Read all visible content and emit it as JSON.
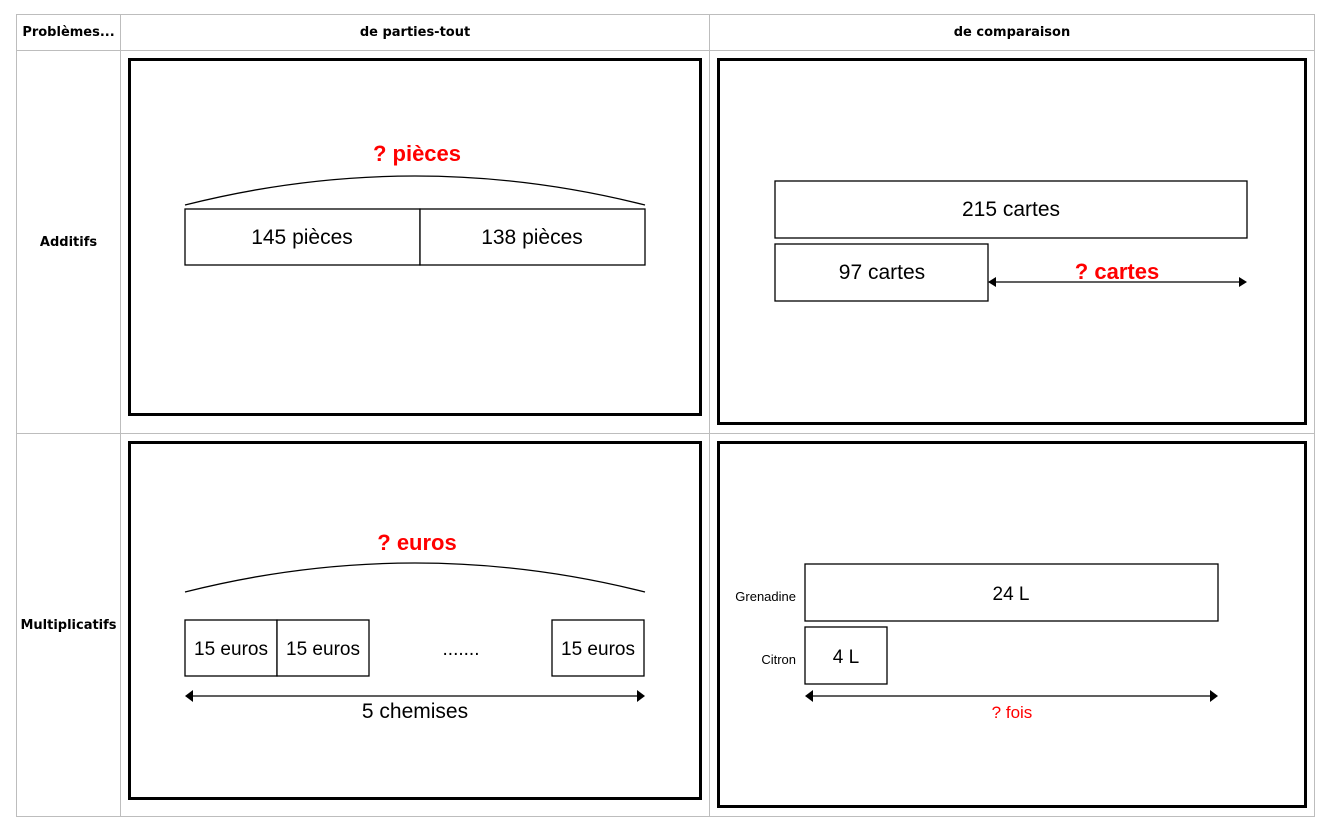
{
  "table": {
    "header_col0": "Problèmes...",
    "header_col1": "de parties-tout",
    "header_col2": "de comparaison",
    "row1_label": "Additifs",
    "row2_label": "Multiplicatifs"
  },
  "colors": {
    "question": "#ff0000",
    "stroke": "#000000",
    "grid": "#bdbdbd"
  },
  "additive_parts_whole": {
    "total_question": "? pièces",
    "part1": "145 pièces",
    "part2": "138 pièces"
  },
  "additive_comparison": {
    "larger": "215 cartes",
    "smaller": "97 cartes",
    "difference_question": "? cartes"
  },
  "multiplicative_parts_whole": {
    "total_question": "? euros",
    "unit1": "15 euros",
    "unit2": "15 euros",
    "ellipsis": ".......",
    "unit_last": "15 euros",
    "count_label": "5 chemises"
  },
  "multiplicative_comparison": {
    "label_large": "Grenadine",
    "value_large": "24 L",
    "label_small": "Citron",
    "value_small": "4 L",
    "ratio_question": "? fois"
  }
}
